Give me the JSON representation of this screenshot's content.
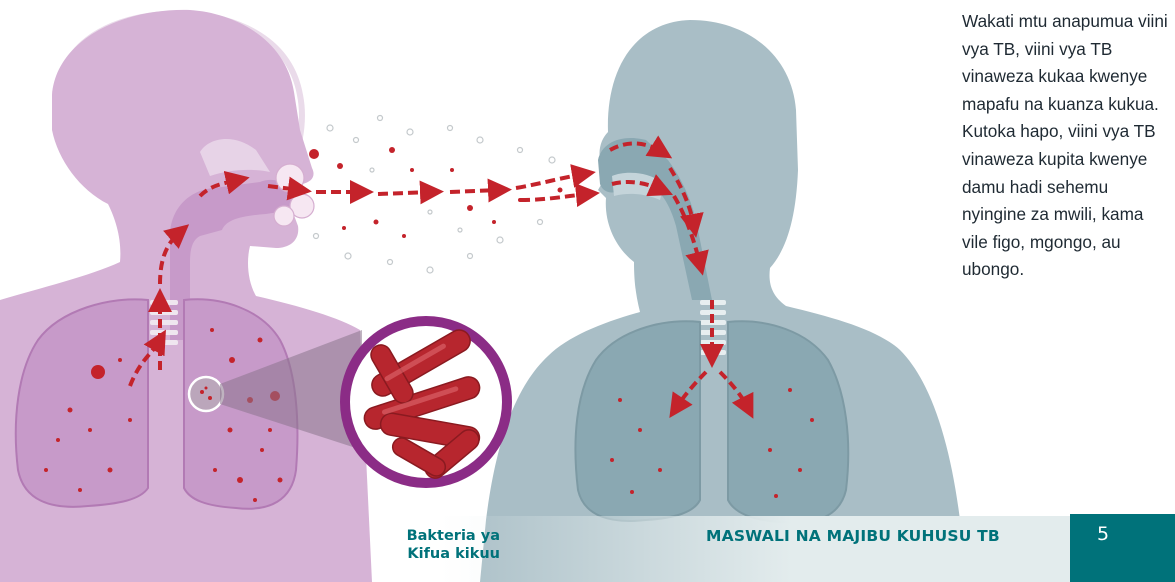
{
  "description_text": "Wakati mtu anapumua viini vya TB, viini vya TB vinaweza kukaa kwenye mapafu na kuanza kukua. Kutoka hapo, viini vya TB vinaweza kupita kwenye damu hadi sehemu nyingine za mwili, kama vile figo, mgongo, au ubongo.",
  "bacteria_label": {
    "line1": "Bakteria ya",
    "line2": "Kifua kikuu"
  },
  "footer": {
    "title": "MASWALI NA MAJIBU KUHUSU TB",
    "page_number": "5"
  },
  "colors": {
    "infected_person": "#d6b3d6",
    "lung_left": "#c79ac9",
    "healthy_person": "#a9bec6",
    "lung_right": "#8aa8b2",
    "droplet_red": "#c4232b",
    "accent_teal": "#00727a",
    "circle_border": "#8b2c86"
  },
  "icons": [
    "infected-person-silhouette",
    "healthy-person-silhouette",
    "tb-bacteria-magnified",
    "droplet-cloud",
    "transmission-arrows"
  ]
}
